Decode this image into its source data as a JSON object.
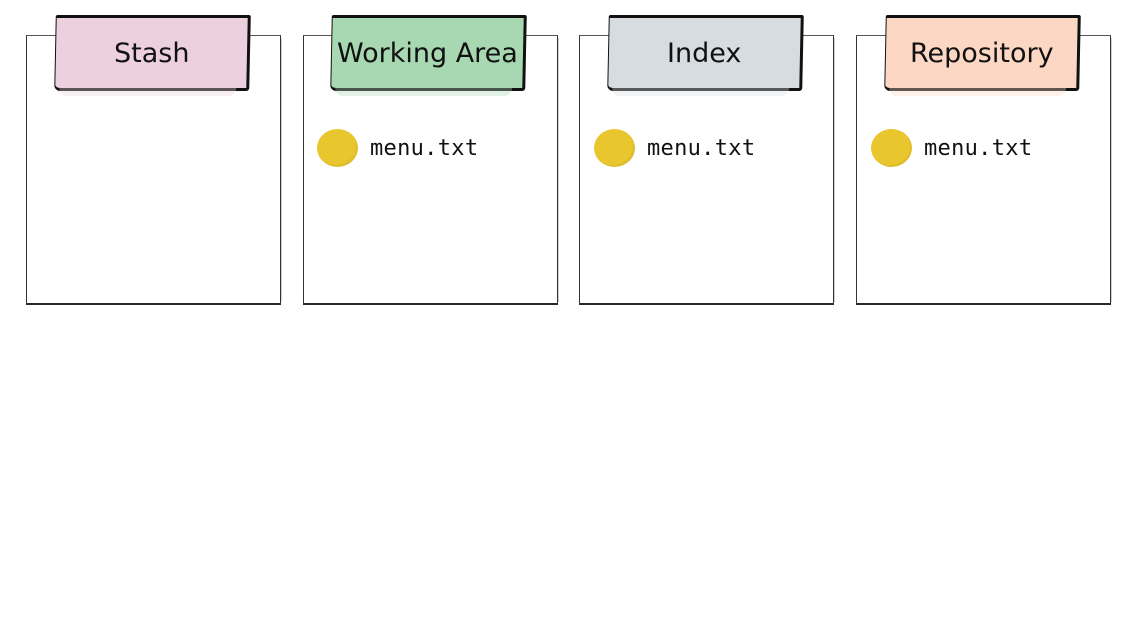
{
  "areas": [
    {
      "id": "stash",
      "title": "Stash",
      "color": "#ecd0de",
      "files": []
    },
    {
      "id": "working-area",
      "title": "Working Area",
      "color": "#a8d8b1",
      "files": [
        {
          "name": "menu.txt",
          "dot_color": "#e9c62d"
        }
      ]
    },
    {
      "id": "index",
      "title": "Index",
      "color": "#d6dcdf",
      "files": [
        {
          "name": "menu.txt",
          "dot_color": "#e9c62d"
        }
      ]
    },
    {
      "id": "repository",
      "title": "Repository",
      "color": "#fbd7c4",
      "files": [
        {
          "name": "menu.txt",
          "dot_color": "#e9c62d"
        }
      ]
    }
  ]
}
